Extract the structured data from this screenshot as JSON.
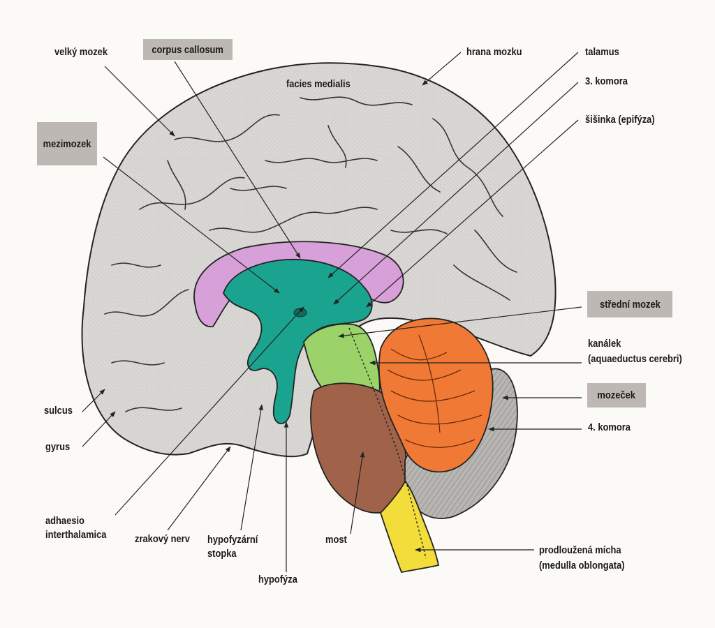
{
  "labels": {
    "velky_mozek": "velký mozek",
    "corpus_callosum": "corpus callosum",
    "hrana_mozku": "hrana mozku",
    "talamus": "talamus",
    "komora3": "3. komora",
    "sisinka": "šišinka (epifýza)",
    "facies_medialis": "facies medialis",
    "mezimozek": "mezimozek",
    "stredni_mozek": "střední mozek",
    "kanalek": "kanálek\n(aquaeductus cerebri)",
    "mozecek": "mozeček",
    "komora4": "4. komora",
    "sulcus": "sulcus",
    "gyrus": "gyrus",
    "adhaesio": "adhaesio\ninterthalamica",
    "zrakovy_nerv": "zrakový nerv",
    "hypofyzarni_stopka": "hypofyzární\nstopka",
    "hypofyza": "hypofýza",
    "most": "most",
    "prodlouzena_micha": "prodloužená mícha\n(medulla oblongata)"
  },
  "colors": {
    "cortex": "#d9d7d4",
    "corpus_callosum": "#d8a0d8",
    "diencephalon": "#1aa38e",
    "midbrain": "#9bd36a",
    "pons": "#a0634a",
    "cerebellum": "#f07a35",
    "cerebellum_grey": "#b8b6b3",
    "medulla": "#f2dd3a",
    "label_box": "#bdb8b3"
  }
}
